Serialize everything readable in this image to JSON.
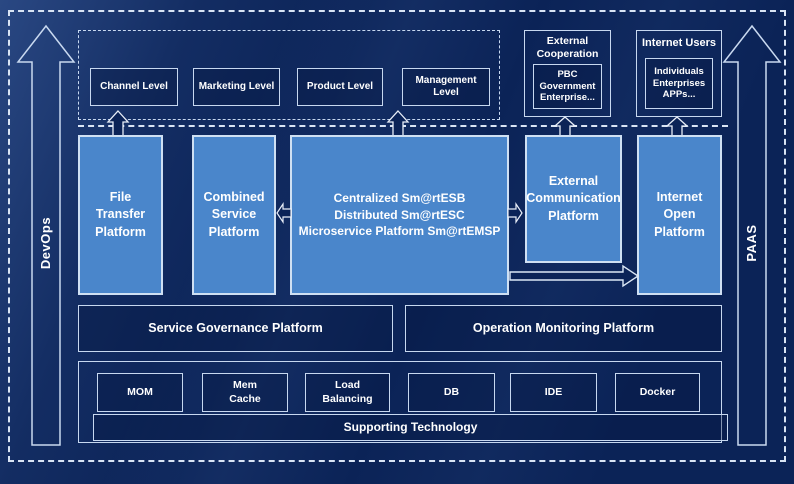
{
  "colors": {
    "background": "#0b2357",
    "panel_fill": "#4a86cb",
    "line": "#d9e4f4",
    "text": "#ffffff"
  },
  "rails": {
    "left_label": "DevOps",
    "right_label": "PAAS"
  },
  "top": {
    "levels": [
      "Channel Level",
      "Marketing Level",
      "Product Level",
      "Management Level"
    ],
    "external_cooperation": {
      "title": "External\nCooperation",
      "inner": "PBC Government\nEnterprise..."
    },
    "internet_users": {
      "title": "Internet Users",
      "inner": "Individuals\nEnterprises\nAPPs..."
    }
  },
  "platforms": {
    "file_transfer": "File\nTransfer\nPlatform",
    "combined_service": "Combined\nService\nPlatform",
    "central": "Centralized Sm@rtESB\nDistributed Sm@rtESC\nMicroservice Platform Sm@rtEMSP",
    "external_communication": "External\nCommunication\nPlatform",
    "internet_open": "Internet\nOpen\nPlatform"
  },
  "governance_row": {
    "service_governance": "Service Governance Platform",
    "operation_monitoring": "Operation Monitoring Platform"
  },
  "supporting": {
    "items": [
      "MOM",
      "Mem\nCache",
      "Load\nBalancing",
      "DB",
      "IDE",
      "Docker"
    ],
    "bar_label": "Supporting Technology"
  }
}
